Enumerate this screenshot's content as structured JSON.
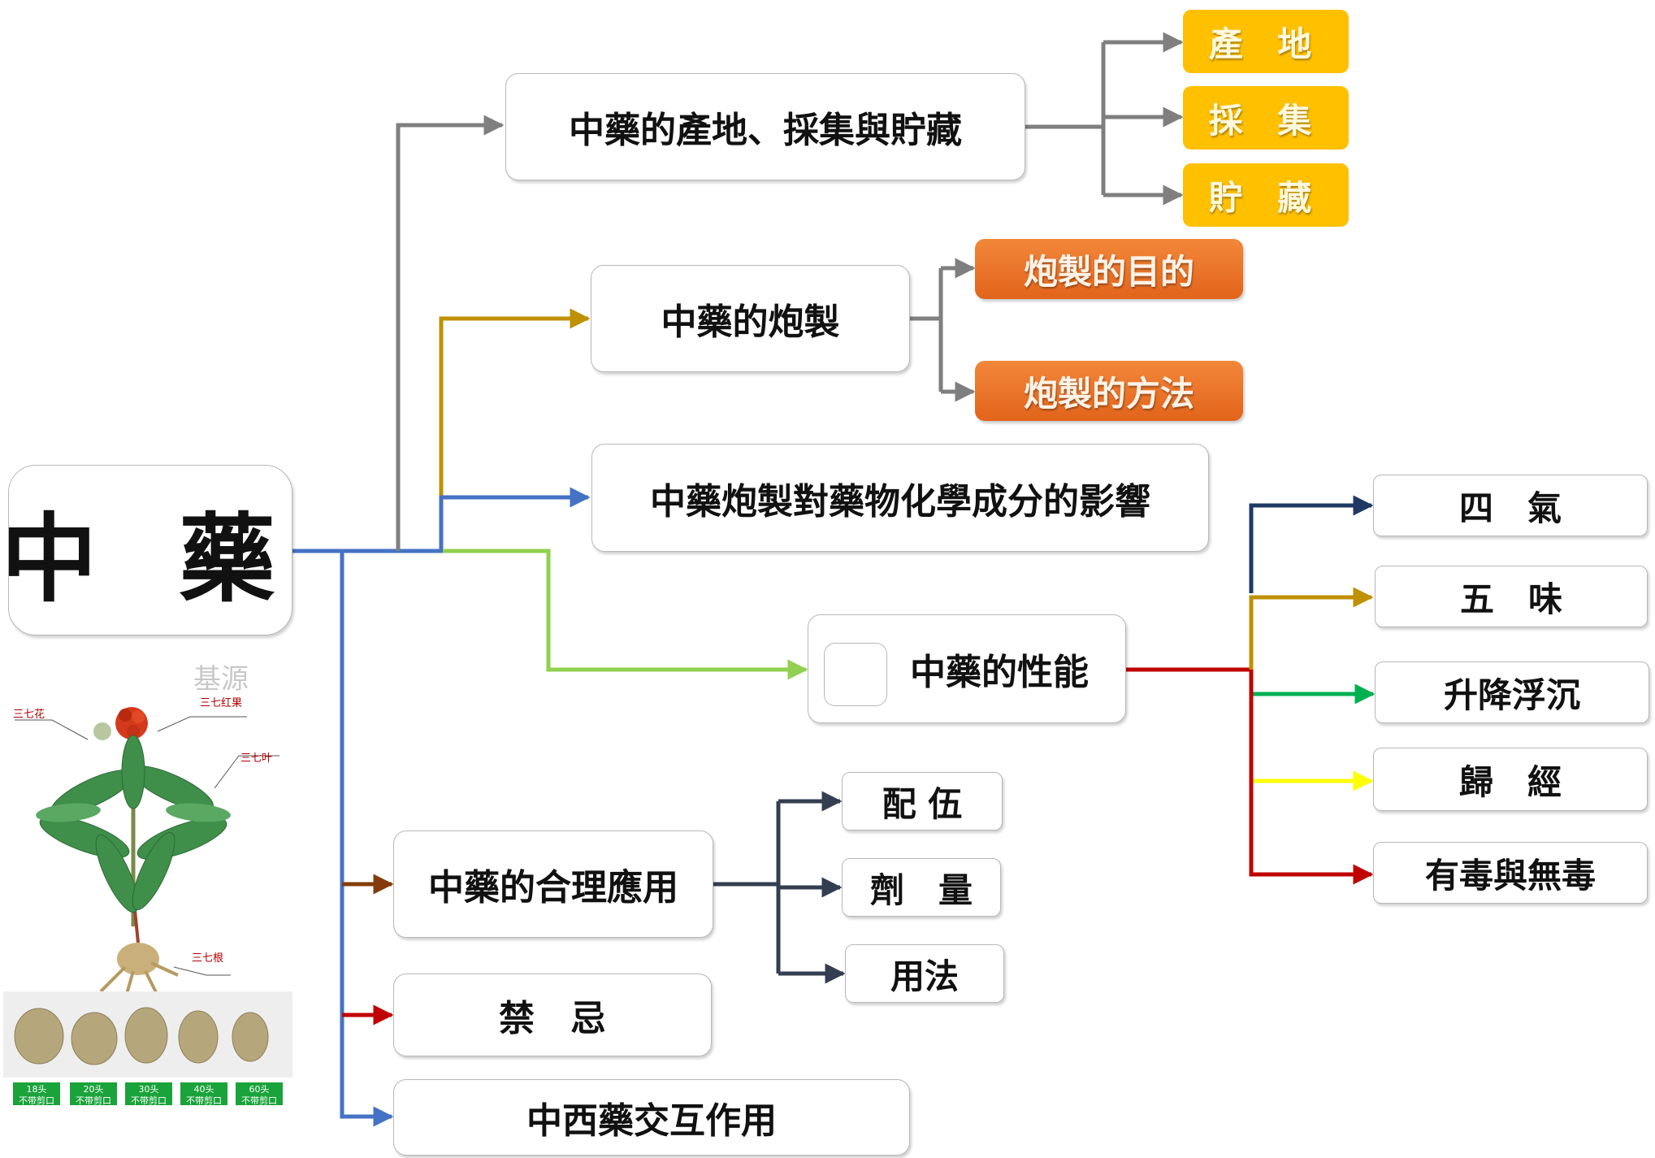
{
  "root": {
    "label": "中 藥"
  },
  "branches": {
    "origin": "中藥的產地、採集與貯藏",
    "processing": "中藥的炮製",
    "effects": "中藥炮製對藥物化學成分的影響",
    "properties": "中藥的性能",
    "rational_use": "中藥的合理應用",
    "contraindications": "禁　忌",
    "interaction": "中西藥交互作用"
  },
  "origin_leaves": [
    "產 地",
    "採 集",
    "貯 藏"
  ],
  "processing_leaves": [
    "炮製的目的",
    "炮製的方法"
  ],
  "rational_use_leaves": [
    "配 伍",
    "劑　量",
    "用法"
  ],
  "property_leaves": [
    "四　氣",
    "五　味",
    "升降浮沉",
    "歸　經",
    "有毒與無毒"
  ],
  "illustration": {
    "watermark": "基源",
    "plant_labels": [
      "三七花",
      "三七红果",
      "三七叶",
      "三七根"
    ],
    "grades": [
      {
        "top": "18头",
        "bottom": "不带剪口"
      },
      {
        "top": "20头",
        "bottom": "不带剪口"
      },
      {
        "top": "30头",
        "bottom": "不带剪口"
      },
      {
        "top": "40头",
        "bottom": "不带剪口"
      },
      {
        "top": "60头",
        "bottom": "不带剪口"
      }
    ]
  },
  "colors": {
    "gray": "#7f7f7f",
    "gold": "#bf9000",
    "blue": "#4472c4",
    "green": "#92d050",
    "red": "#c00000",
    "brown": "#843c0c",
    "navy": "#1f3864",
    "teal_green": "#00b050",
    "yellow": "#ffff00",
    "dark": "#333f50",
    "yellow_box": "#ffc000",
    "orange_box": "#ed7d31"
  }
}
